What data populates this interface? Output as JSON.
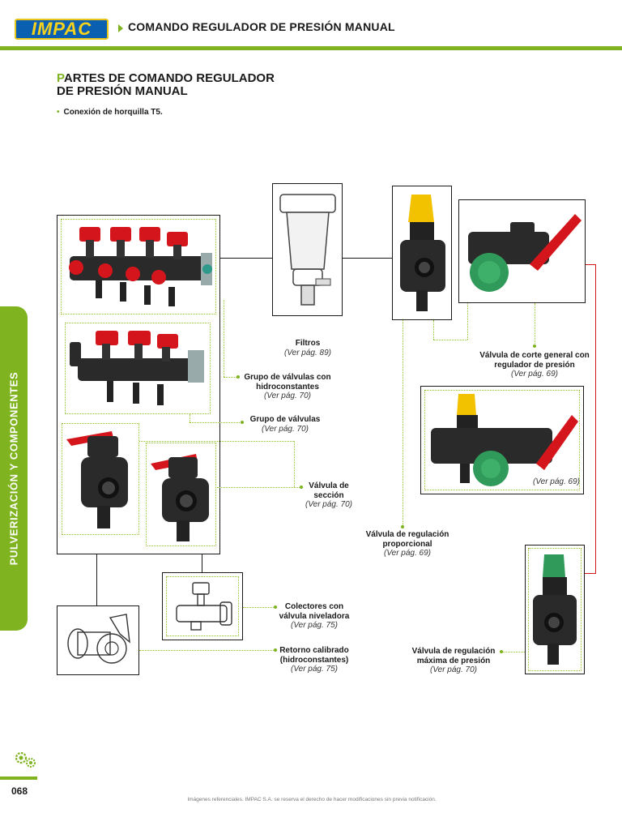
{
  "header": {
    "logo": "IMPAC",
    "title": "COMANDO REGULADOR DE PRESIÓN MANUAL"
  },
  "section": {
    "title_first": "P",
    "title_rest_line1": "ARTES DE COMANDO REGULADOR",
    "title_line2": "DE PRESIÓN MANUAL",
    "bullet": "Conexión de horquilla T5."
  },
  "side_tab": "PULVERIZACIÓN Y COMPONENTES",
  "labels": {
    "filtros": {
      "title": "Filtros",
      "ref": "(Ver pág. 89)"
    },
    "grupo_hidro": {
      "title": "Grupo de válvulas con hidroconstantes",
      "ref": "(Ver pág. 70)"
    },
    "grupo": {
      "title": "Grupo de válvulas",
      "ref": "(Ver pág. 70)"
    },
    "valvula_seccion": {
      "title": "Válvula de sección",
      "ref": "(Ver pág. 70)"
    },
    "colectores": {
      "title": "Colectores con válvula niveladora",
      "ref": "(Ver pág. 75)"
    },
    "retorno": {
      "title": "Retorno calibrado (hidroconstantes)",
      "ref": "(Ver pág. 75)"
    },
    "corte_general": {
      "title": "Válvula de corte general con regulador de presión",
      "ref": "(Ver pág. 69)"
    },
    "mid_ref": {
      "ref": "(Ver pág. 69)"
    },
    "reg_proporcional": {
      "title": "Válvula de regulación proporcional",
      "ref": "(Ver pág. 69)"
    },
    "reg_maxima": {
      "title": "Válvula de regulación máxima de presión",
      "ref": "(Ver pág. 70)"
    }
  },
  "footer": {
    "page": "068",
    "disclaimer": "Imágenes referenciales. IMPAC S.A. se reserva el derecho de hacer modificaciones sin previa notificación."
  },
  "colors": {
    "accent": "#7fb31f",
    "red_valve": "#d4161c",
    "yellow_cap": "#f2c200",
    "green_cap": "#2f9a5a"
  }
}
